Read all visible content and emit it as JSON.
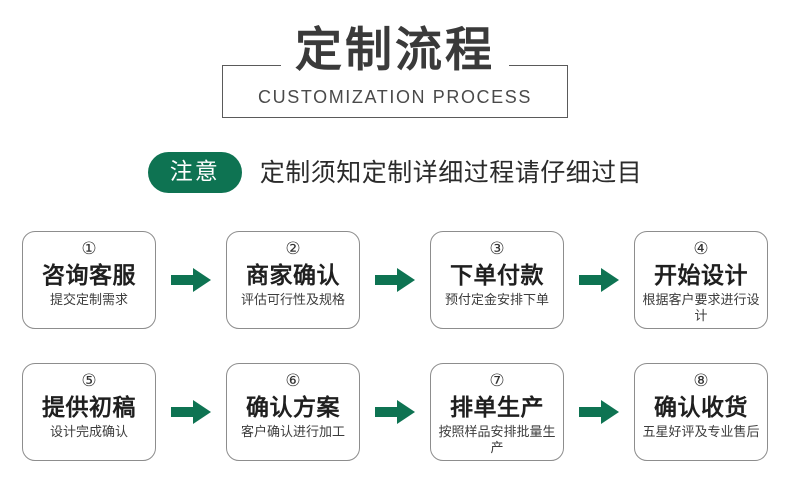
{
  "header": {
    "title": "定制流程",
    "subtitle": "CUSTOMIZATION PROCESS",
    "title_color": "#3a3a3a",
    "box_border_color": "#5a5a5a"
  },
  "notice": {
    "badge_label": "注意",
    "badge_color": "#0e7352",
    "badge_text_color": "#ffffff",
    "text": "定制须知定制详细过程请仔细过目"
  },
  "flow": {
    "arrow_color": "#0e7352",
    "arrow_icon": "arrow-right-icon",
    "rows": [
      {
        "steps": [
          {
            "number": "①",
            "title": "咨询客服",
            "subtitle": "提交定制需求"
          },
          {
            "number": "②",
            "title": "商家确认",
            "subtitle": "评估可行性及规格"
          },
          {
            "number": "③",
            "title": "下单付款",
            "subtitle": "预付定金安排下单"
          },
          {
            "number": "④",
            "title": "开始设计",
            "subtitle": "根据客户要求进行设计"
          }
        ]
      },
      {
        "steps": [
          {
            "number": "⑤",
            "title": "提供初稿",
            "subtitle": "设计完成确认"
          },
          {
            "number": "⑥",
            "title": "确认方案",
            "subtitle": "客户确认进行加工"
          },
          {
            "number": "⑦",
            "title": "排单生产",
            "subtitle": "按照样品安排批量生产"
          },
          {
            "number": "⑧",
            "title": "确认收货",
            "subtitle": "五星好评及专业售后"
          }
        ]
      }
    ]
  }
}
